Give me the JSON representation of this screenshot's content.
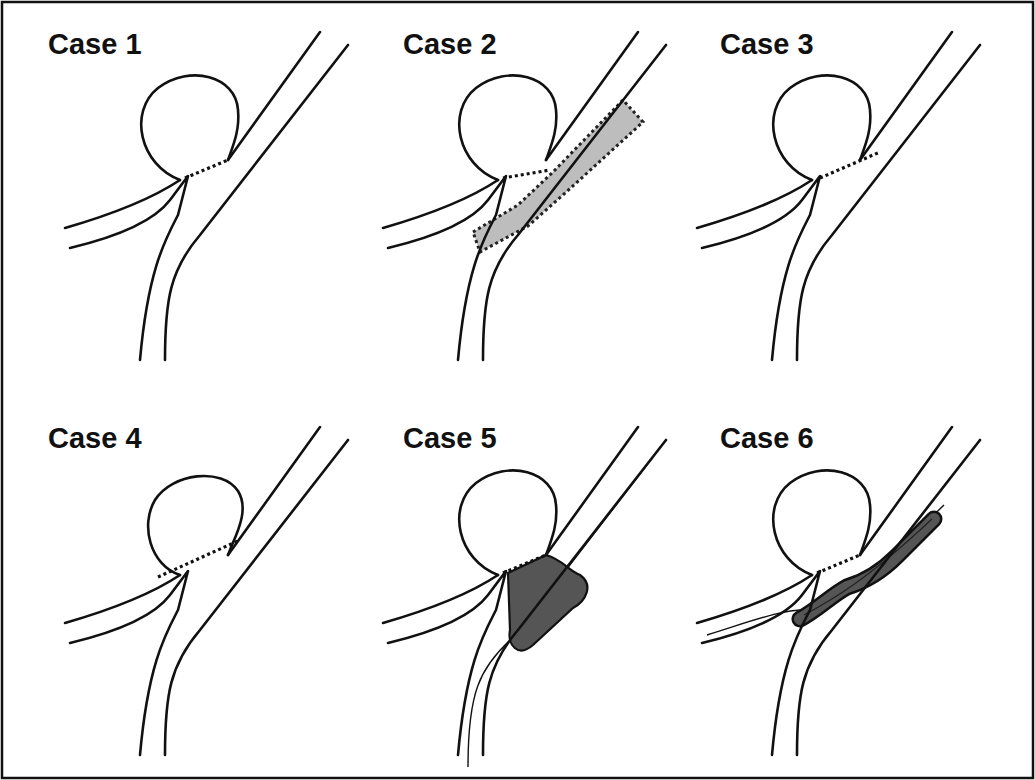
{
  "diagram": {
    "labels": [
      "Case 1",
      "Case 2",
      "Case 3",
      "Case 4",
      "Case 5",
      "Case 6"
    ]
  }
}
